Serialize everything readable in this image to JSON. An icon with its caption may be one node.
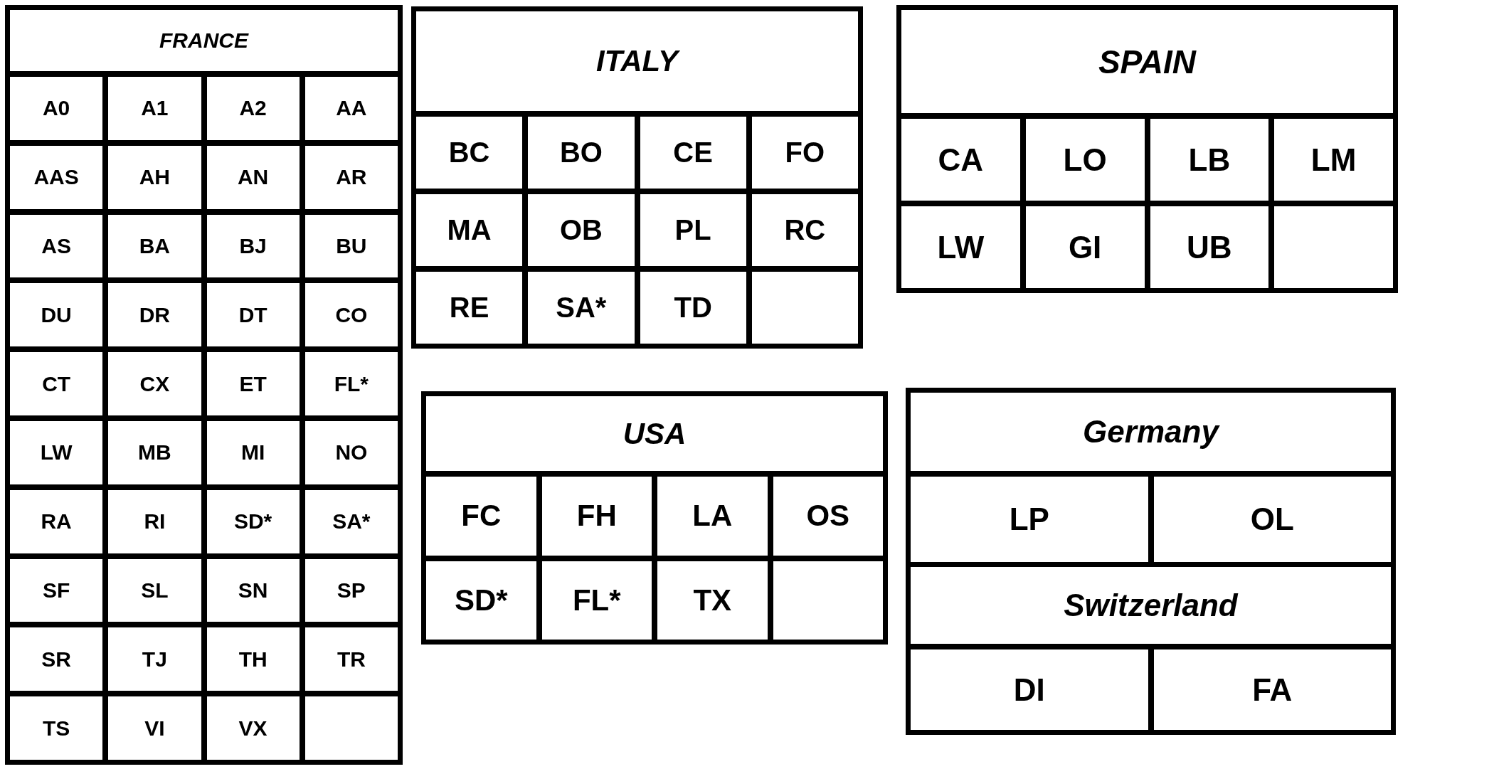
{
  "diagram": {
    "nodes": [
      {
        "text": [
          "FRANCE"
        ]
      },
      {
        "text": [
          "A0"
        ],
        "in": 0
      },
      {
        "text": [
          "A1"
        ],
        "in": 0
      },
      {
        "text": [
          "A2"
        ],
        "in": 0
      },
      {
        "text": [
          "AA"
        ],
        "in": 0
      },
      {
        "text": [
          "AAS"
        ],
        "in": 0
      },
      {
        "text": [
          "AH"
        ],
        "in": 0
      },
      {
        "text": [
          "AN"
        ],
        "in": 0
      },
      {
        "text": [
          "AR"
        ],
        "in": 0
      },
      {
        "text": [
          "AS"
        ],
        "in": 0
      },
      {
        "text": [
          "BA"
        ],
        "in": 0
      },
      {
        "text": [
          "BJ"
        ],
        "in": 0
      },
      {
        "text": [
          "BU"
        ],
        "in": 0
      },
      {
        "text": [
          "DU"
        ],
        "in": 0
      },
      {
        "text": [
          "DR"
        ],
        "in": 0
      },
      {
        "text": [
          "DT"
        ],
        "in": 0
      },
      {
        "text": [
          "CO"
        ],
        "in": 0
      },
      {
        "text": [
          "CT"
        ],
        "in": 0
      },
      {
        "text": [
          "CX"
        ],
        "in": 0
      },
      {
        "text": [
          "ET"
        ],
        "in": 0
      },
      {
        "text": [
          "FL*"
        ],
        "in": 0
      },
      {
        "text": [
          "LW"
        ],
        "in": 0
      },
      {
        "text": [
          "MB"
        ],
        "in": 0
      },
      {
        "text": [
          "MI"
        ],
        "in": 0
      },
      {
        "text": [
          "NO"
        ],
        "in": 0
      },
      {
        "text": [
          "RA"
        ],
        "in": 0
      },
      {
        "text": [
          "RI"
        ],
        "in": 0
      },
      {
        "text": [
          "SD*"
        ],
        "in": 0
      },
      {
        "text": [
          "SA*"
        ],
        "in": 0
      },
      {
        "text": [
          "SF"
        ],
        "in": 0
      },
      {
        "text": [
          "SL"
        ],
        "in": 0
      },
      {
        "text": [
          "SN"
        ],
        "in": 0
      },
      {
        "text": [
          "SP"
        ],
        "in": 0
      },
      {
        "text": [
          "SR"
        ],
        "in": 0
      },
      {
        "text": [
          "TJ"
        ],
        "in": 0
      },
      {
        "text": [
          "TH"
        ],
        "in": 0
      },
      {
        "text": [
          "TR"
        ],
        "in": 0
      },
      {
        "text": [
          "TS"
        ],
        "in": 0
      },
      {
        "text": [
          "VI"
        ],
        "in": 0
      },
      {
        "text": [
          "VX"
        ],
        "in": 0
      },
      {
        "text": [],
        "shape": "box",
        "in": 0
      },
      {
        "text": [
          "ITALY"
        ]
      },
      {
        "text": [
          "BC"
        ],
        "in": 41
      },
      {
        "text": [
          "BO"
        ],
        "in": 41
      },
      {
        "text": [
          "CE"
        ],
        "in": 41
      },
      {
        "text": [
          "FO"
        ],
        "in": 41
      },
      {
        "text": [
          "MA"
        ],
        "in": 41
      },
      {
        "text": [
          "OB"
        ],
        "in": 41
      },
      {
        "text": [
          "PL"
        ],
        "in": 41
      },
      {
        "text": [
          "RC"
        ],
        "in": 41
      },
      {
        "text": [
          "RE"
        ],
        "in": 41
      },
      {
        "text": [
          "SA*"
        ],
        "in": 41
      },
      {
        "text": [
          "TD"
        ],
        "in": 41
      },
      {
        "text": [],
        "shape": "box",
        "in": 41
      },
      {
        "text": [
          "SPAIN"
        ]
      },
      {
        "text": [
          "CA"
        ],
        "in": 54
      },
      {
        "text": [
          "LO"
        ],
        "in": 54
      },
      {
        "text": [
          "LB"
        ],
        "in": 54
      },
      {
        "text": [
          "LM"
        ],
        "in": 54
      },
      {
        "text": [
          "LW"
        ],
        "in": 54
      },
      {
        "text": [
          "GI"
        ],
        "in": 54
      },
      {
        "text": [
          "UB"
        ],
        "in": 54
      },
      {
        "text": [],
        "shape": "box",
        "in": 54
      },
      {
        "text": [
          "USA"
        ]
      },
      {
        "text": [
          "FC"
        ],
        "in": 63
      },
      {
        "text": [
          "FH"
        ],
        "in": 63
      },
      {
        "text": [
          "LA"
        ],
        "in": 63
      },
      {
        "text": [
          "OS"
        ],
        "in": 63
      },
      {
        "text": [
          "SD*"
        ],
        "in": 63
      },
      {
        "text": [
          "FL*"
        ],
        "in": 63
      },
      {
        "text": [
          "TX"
        ],
        "in": 63
      },
      {
        "text": [],
        "shape": "box",
        "in": 63
      },
      {
        "text": [
          "Germany"
        ]
      },
      {
        "text": [
          "LP"
        ],
        "in": 72
      },
      {
        "text": [
          "OL"
        ],
        "in": 72
      },
      {
        "text": [
          "Switzerland"
        ]
      },
      {
        "text": [
          "DI"
        ],
        "in": 75
      },
      {
        "text": [
          "FA"
        ],
        "in": 75
      }
    ]
  }
}
